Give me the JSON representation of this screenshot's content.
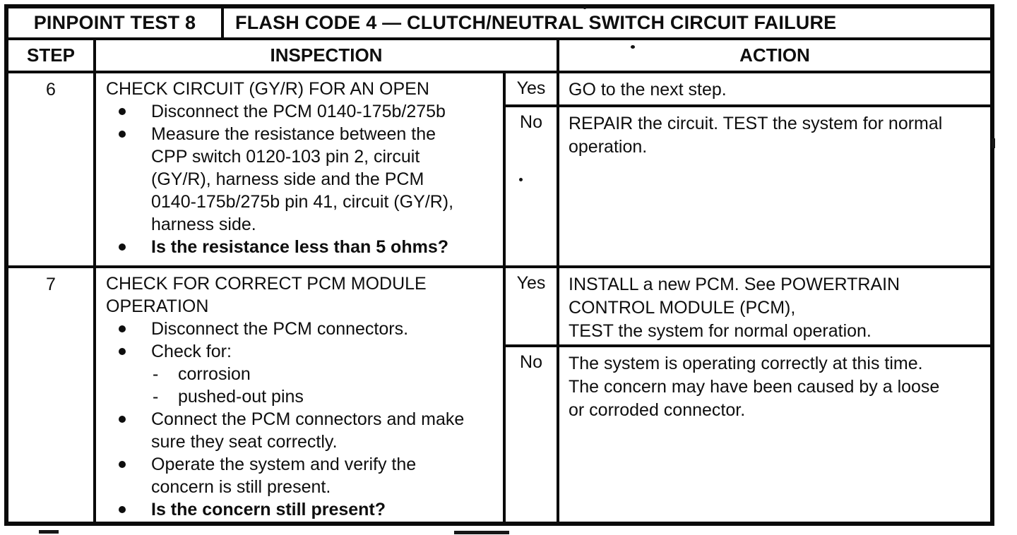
{
  "document": {
    "colors": {
      "ink": "#0e0e0e",
      "paper": "#ffffff"
    },
    "title_row": {
      "test_label": "PINPOINT TEST 8",
      "code_label": "FLASH CODE 4 — CLUTCH/NEUTRAL SWITCH CIRCUIT FAILURE"
    },
    "column_headers": {
      "step": "STEP",
      "inspection": "INSPECTION",
      "action": "ACTION"
    },
    "steps": [
      {
        "number": "6",
        "inspection_title": "CHECK CIRCUIT (GY/R) FOR AN OPEN",
        "bullets": [
          {
            "text": "Disconnect the PCM 0140-175b/275b"
          },
          {
            "text": "Measure the resistance between the\nCPP switch 0120-103 pin 2, circuit\n(GY/R), harness side and the PCM\n0140-175b/275b pin 41, circuit (GY/R),\nharness side."
          },
          {
            "text": "Is the resistance less than 5 ohms?"
          }
        ],
        "outcomes": [
          {
            "label": "Yes",
            "action": "GO to the next step."
          },
          {
            "label": "No",
            "action": "REPAIR the circuit. TEST the system for normal\noperation."
          }
        ]
      },
      {
        "number": "7",
        "inspection_title": "CHECK FOR CORRECT PCM MODULE\nOPERATION",
        "bullets": [
          {
            "text": "Disconnect the PCM connectors."
          },
          {
            "text": "Check for:",
            "subitems": [
              "corrosion",
              "pushed-out pins"
            ]
          },
          {
            "text": "Connect the PCM connectors and make\nsure they seat correctly."
          },
          {
            "text": "Operate the system and verify the\nconcern is still present."
          },
          {
            "text": "Is the concern still present?"
          }
        ],
        "outcomes": [
          {
            "label": "Yes",
            "action": "INSTALL a new PCM. See POWERTRAIN\nCONTROL MODULE (PCM),\nTEST the system for normal operation."
          },
          {
            "label": "No",
            "action": "The system is operating correctly at this time.\nThe concern may have been caused by a loose\nor corroded connector."
          }
        ]
      }
    ]
  }
}
